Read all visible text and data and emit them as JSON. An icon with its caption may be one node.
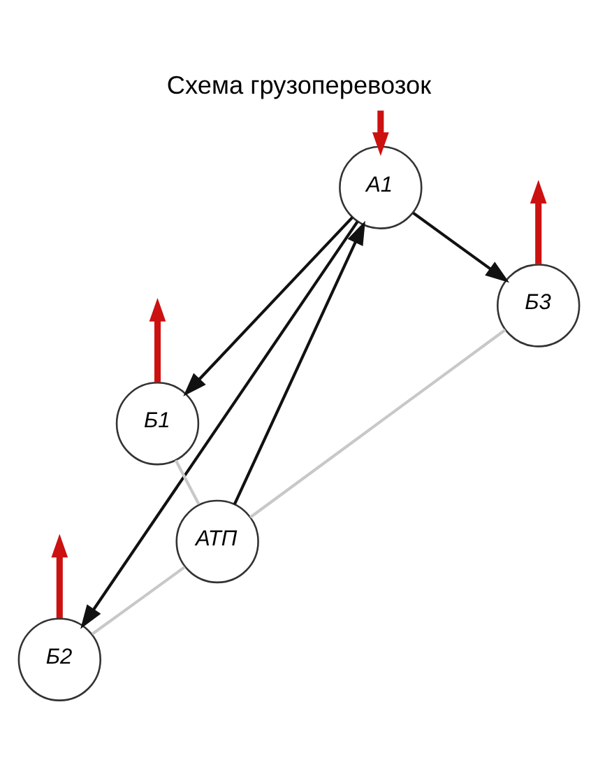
{
  "diagram": {
    "title": "Схема грузоперевозок",
    "nodes": [
      {
        "text": [
          "А1"
        ]
      },
      {
        "text": [
          "Б3"
        ]
      },
      {
        "text": [
          "Б1"
        ]
      },
      {
        "text": [
          "Б2"
        ]
      },
      {
        "text": [
          "АТП"
        ]
      }
    ],
    "edges": [
      {
        "from": null,
        "to": 0,
        "arrow": "to",
        "style": "thick",
        "color": "#cc1111"
      },
      {
        "from": 1,
        "to": null,
        "arrow": "to",
        "style": "thick",
        "color": "#cc1111"
      },
      {
        "from": 2,
        "to": null,
        "arrow": "to",
        "style": "thick",
        "color": "#cc1111"
      },
      {
        "from": 3,
        "to": null,
        "arrow": "to",
        "style": "thick",
        "color": "#cc1111"
      },
      {
        "from": 0,
        "to": 1,
        "arrow": "to",
        "color": "#111111"
      },
      {
        "from": 0,
        "to": 2,
        "arrow": "to",
        "color": "#111111"
      },
      {
        "from": 0,
        "to": 3,
        "arrow": "to",
        "color": "#111111"
      },
      {
        "from": 4,
        "to": 0,
        "arrow": "to",
        "color": "#111111"
      },
      {
        "from": 2,
        "to": 4,
        "arrow": "none",
        "color": "#c8c8c8"
      },
      {
        "from": 3,
        "to": 4,
        "arrow": "none",
        "color": "#c8c8c8"
      },
      {
        "from": 4,
        "to": 1,
        "arrow": "none",
        "color": "#c8c8c8"
      }
    ]
  }
}
